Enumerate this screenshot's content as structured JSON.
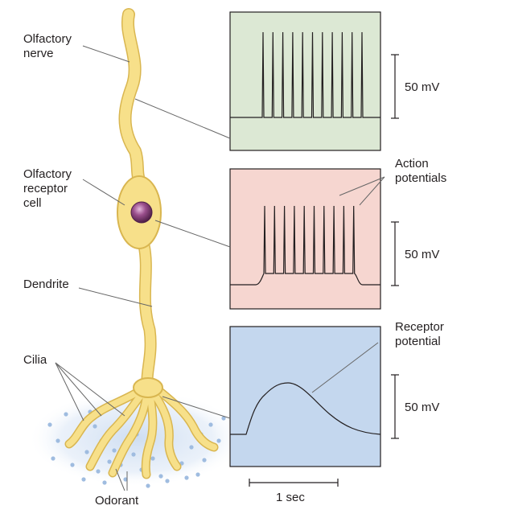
{
  "labels": {
    "olfactory_nerve": [
      "Olfactory",
      "nerve"
    ],
    "olfactory_receptor_cell": [
      "Olfactory",
      "receptor",
      "cell"
    ],
    "dendrite": "Dendrite",
    "cilia": "Cilia",
    "odorant": "Odorant",
    "action_potentials": [
      "Action",
      "potentials"
    ],
    "receptor_potential": [
      "Receptor",
      "potential"
    ]
  },
  "scale_bars": {
    "voltage": "50 mV",
    "time": "1 sec"
  },
  "colors": {
    "neuron_fill": "#f7e08a",
    "neuron_outline": "#d9b650",
    "nucleus": "#7a3a6e",
    "nerve_panel": "#dce8d4",
    "receptor_panel": "#f6d6d0",
    "potential_panel": "#c4d7ee",
    "odorant_dots": "#9fbce0",
    "trace": "#231f20",
    "leader_lines": "#666666"
  }
}
